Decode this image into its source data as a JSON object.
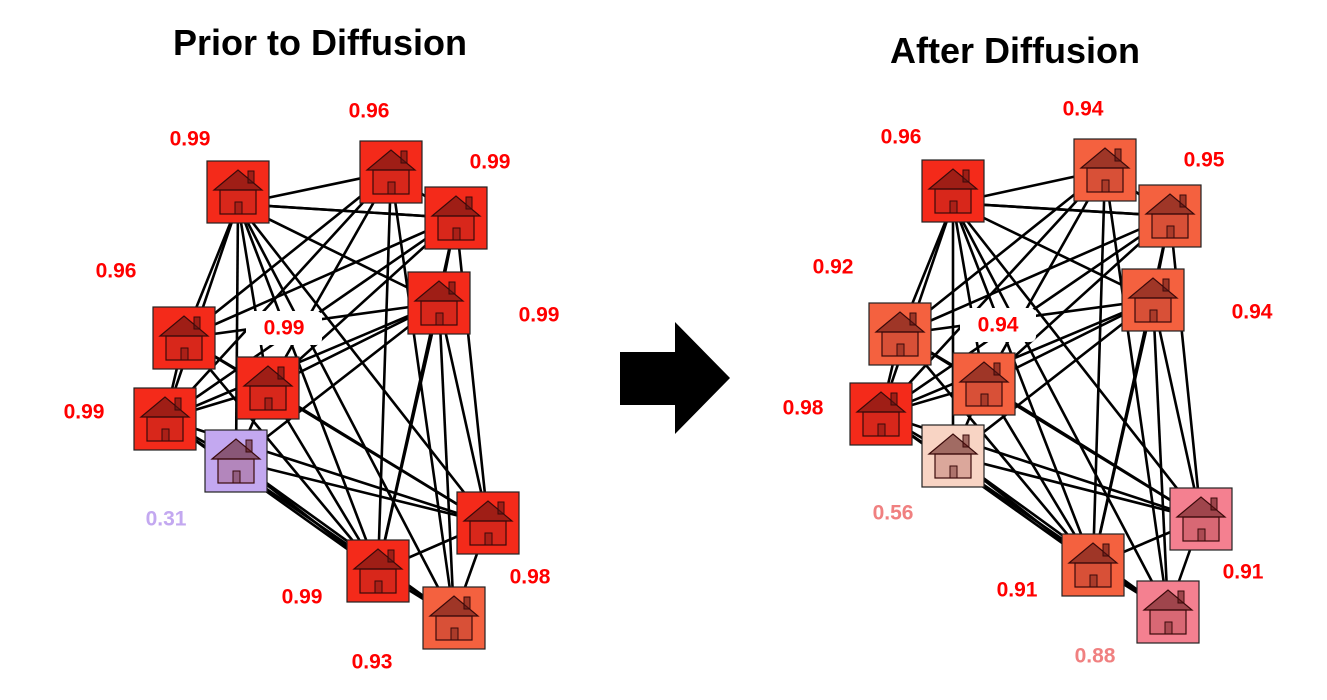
{
  "titles": {
    "left": "Prior to Diffusion",
    "right": "After Diffusion"
  },
  "colors": {
    "edge": "#000000",
    "arrow": "#000000",
    "label_red": "#ff0000",
    "label_pink": "#f08080",
    "label_lavender": "#c3a8f0"
  },
  "icon": "house-icon",
  "arrow_icon": "right-arrow-icon",
  "left": {
    "nodes": [
      {
        "id": "n1",
        "score": "0.99",
        "fill": "#f42a1a",
        "label_color": "#ff0000"
      },
      {
        "id": "n2",
        "score": "0.96",
        "fill": "#f42a1a",
        "label_color": "#ff0000"
      },
      {
        "id": "n3",
        "score": "0.99",
        "fill": "#f42a1a",
        "label_color": "#ff0000"
      },
      {
        "id": "n4",
        "score": "0.99",
        "fill": "#f42a1a",
        "label_color": "#ff0000"
      },
      {
        "id": "n5",
        "score": "0.96",
        "fill": "#f42a1a",
        "label_color": "#ff0000"
      },
      {
        "id": "n6",
        "score": "0.99",
        "fill": "#f42a1a",
        "label_color": "#ff0000"
      },
      {
        "id": "n7",
        "score": "0.99",
        "fill": "#f42a1a",
        "label_color": "#ff0000"
      },
      {
        "id": "n8",
        "score": "0.31",
        "fill": "#c3a8f0",
        "label_color": "#c3a8f0"
      },
      {
        "id": "n9",
        "score": "0.98",
        "fill": "#f42a1a",
        "label_color": "#ff0000"
      },
      {
        "id": "n10",
        "score": "0.99",
        "fill": "#f42a1a",
        "label_color": "#ff0000"
      },
      {
        "id": "n11",
        "score": "0.93",
        "fill": "#f4613f",
        "label_color": "#ff0000"
      }
    ]
  },
  "right": {
    "nodes": [
      {
        "id": "n1",
        "score": "0.96",
        "fill": "#f42a1a",
        "label_color": "#ff0000"
      },
      {
        "id": "n2",
        "score": "0.94",
        "fill": "#f4613f",
        "label_color": "#ff0000"
      },
      {
        "id": "n3",
        "score": "0.95",
        "fill": "#f4613f",
        "label_color": "#ff0000"
      },
      {
        "id": "n4",
        "score": "0.94",
        "fill": "#f4613f",
        "label_color": "#ff0000"
      },
      {
        "id": "n5",
        "score": "0.92",
        "fill": "#f4613f",
        "label_color": "#ff0000"
      },
      {
        "id": "n6",
        "score": "0.94",
        "fill": "#f4613f",
        "label_color": "#ff0000"
      },
      {
        "id": "n7",
        "score": "0.98",
        "fill": "#f42a1a",
        "label_color": "#ff0000"
      },
      {
        "id": "n8",
        "score": "0.56",
        "fill": "#f8d4c4",
        "label_color": "#f08080"
      },
      {
        "id": "n9",
        "score": "0.91",
        "fill": "#f48090",
        "label_color": "#ff0000"
      },
      {
        "id": "n10",
        "score": "0.91",
        "fill": "#f4613f",
        "label_color": "#ff0000"
      },
      {
        "id": "n11",
        "score": "0.88",
        "fill": "#f48090",
        "label_color": "#f08080"
      }
    ]
  },
  "edges": [
    [
      "n1",
      "n2"
    ],
    [
      "n1",
      "n3"
    ],
    [
      "n1",
      "n4"
    ],
    [
      "n1",
      "n5"
    ],
    [
      "n1",
      "n6"
    ],
    [
      "n1",
      "n7"
    ],
    [
      "n1",
      "n8"
    ],
    [
      "n1",
      "n9"
    ],
    [
      "n1",
      "n10"
    ],
    [
      "n1",
      "n11"
    ],
    [
      "n2",
      "n3"
    ],
    [
      "n2",
      "n5"
    ],
    [
      "n2",
      "n6"
    ],
    [
      "n2",
      "n7"
    ],
    [
      "n2",
      "n10"
    ],
    [
      "n2",
      "n11"
    ],
    [
      "n3",
      "n4"
    ],
    [
      "n3",
      "n5"
    ],
    [
      "n3",
      "n6"
    ],
    [
      "n3",
      "n7"
    ],
    [
      "n3",
      "n10"
    ],
    [
      "n3",
      "n9"
    ],
    [
      "n4",
      "n5"
    ],
    [
      "n4",
      "n6"
    ],
    [
      "n4",
      "n7"
    ],
    [
      "n4",
      "n8"
    ],
    [
      "n4",
      "n9"
    ],
    [
      "n4",
      "n10"
    ],
    [
      "n4",
      "n11"
    ],
    [
      "n5",
      "n6"
    ],
    [
      "n5",
      "n7"
    ],
    [
      "n5",
      "n9"
    ],
    [
      "n5",
      "n10"
    ],
    [
      "n6",
      "n7"
    ],
    [
      "n6",
      "n8"
    ],
    [
      "n6",
      "n9"
    ],
    [
      "n6",
      "n10"
    ],
    [
      "n7",
      "n8"
    ],
    [
      "n7",
      "n9"
    ],
    [
      "n7",
      "n10"
    ],
    [
      "n7",
      "n11"
    ],
    [
      "n8",
      "n9"
    ],
    [
      "n8",
      "n10"
    ],
    [
      "n8",
      "n11"
    ],
    [
      "n9",
      "n10"
    ],
    [
      "n9",
      "n11"
    ],
    [
      "n10",
      "n11"
    ],
    [
      "n1",
      "n3"
    ]
  ]
}
